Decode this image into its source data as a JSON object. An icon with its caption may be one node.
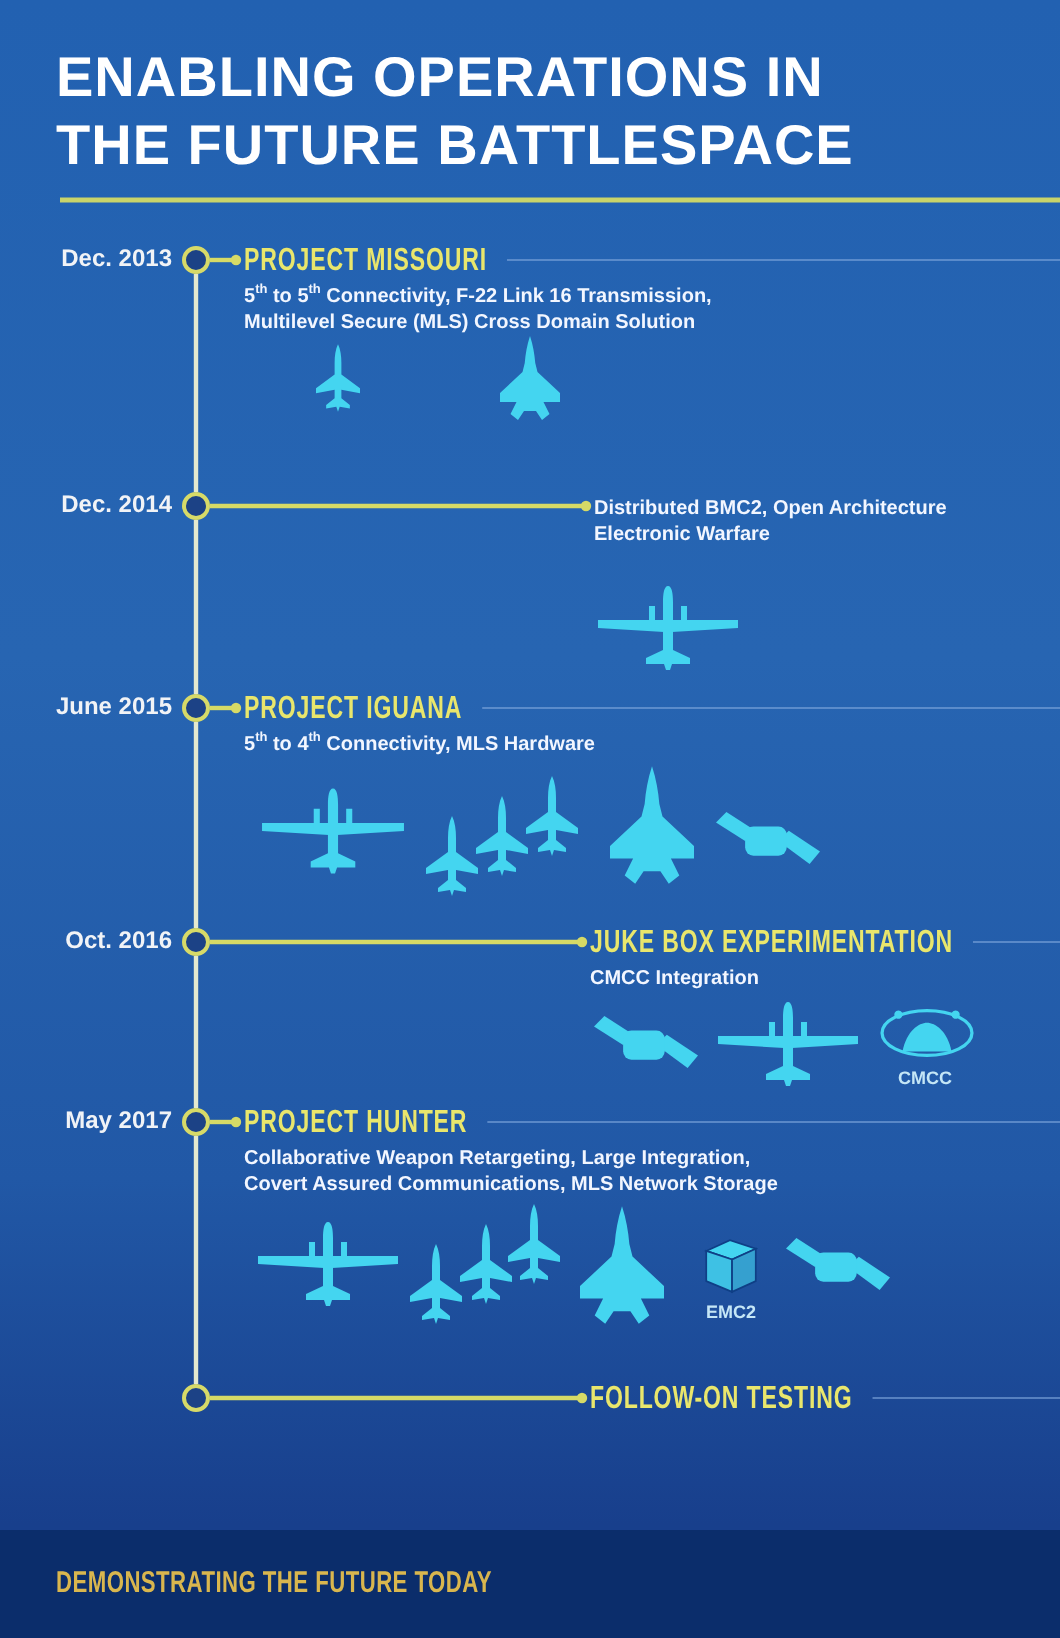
{
  "diagram": {
    "title": "ENABLING OPERATIONS IN THE FUTURE BATTLESPACE",
    "caption": "DEMONSTRATING THE FUTURE TODAY",
    "nodes": [
      {
        "text": [],
        "shape": "circle",
        "beside": [
          "Dec. 2013"
        ]
      },
      {
        "text": [
          "PROJECT MISSOURI",
          "5$^{th}$ to 5$^{th}$ Connectivity, F-22 Link 16 Transmission, Multilevel Secure (MLS) Cross Domain Solution"
        ]
      },
      {
        "text": [],
        "shape": "circle",
        "beside": [
          "Dec. 2014"
        ]
      },
      {
        "text": [
          "Distributed BMC2, Open Architecture Electronic Warfare"
        ]
      },
      {
        "text": [],
        "shape": "circle",
        "beside": [
          "June 2015"
        ]
      },
      {
        "text": [
          "PROJECT IGUANA",
          "5$^{th}$ to 4$^{th}$ Connectivity, MLS Hardware"
        ]
      },
      {
        "text": [],
        "shape": "circle",
        "beside": [
          "Oct. 2016"
        ]
      },
      {
        "text": [
          "JUKE BOX EXPERIMENTATION",
          "CMCC Integration"
        ]
      },
      {
        "text": [],
        "shape": "circle",
        "beside": [
          "May 2017"
        ]
      },
      {
        "text": [
          "PROJECT HUNTER",
          "Collaborative Weapon Retargeting, Large Integration, Covert Assured Communications, MLS Network Storage"
        ]
      },
      {
        "text": [],
        "shape": "circle"
      },
      {
        "text": [
          "FOLLOW-ON TESTING"
        ]
      }
    ],
    "edges": [
      {
        "from": 0,
        "to": 1,
        "arrow": "other"
      },
      {
        "from": 0,
        "to": 2,
        "arrow": "none",
        "color": "#e4e9cf"
      },
      {
        "from": 2,
        "to": 3,
        "arrow": "other"
      },
      {
        "from": 2,
        "to": 4,
        "arrow": "none",
        "color": "#e4e9cf"
      },
      {
        "from": 4,
        "to": 5,
        "arrow": "other"
      },
      {
        "from": 4,
        "to": 6,
        "arrow": "none",
        "color": "#e4e9cf"
      },
      {
        "from": 6,
        "to": 7,
        "arrow": "other"
      },
      {
        "from": 6,
        "to": 8,
        "arrow": "none",
        "color": "#e4e9cf"
      },
      {
        "from": 8,
        "to": 9,
        "arrow": "other"
      },
      {
        "from": 8,
        "to": 10,
        "arrow": "none",
        "color": "#e4e9cf"
      },
      {
        "from": 10,
        "to": 11,
        "arrow": "other"
      }
    ],
    "labels": [
      "CMCC",
      "EMC2"
    ]
  }
}
